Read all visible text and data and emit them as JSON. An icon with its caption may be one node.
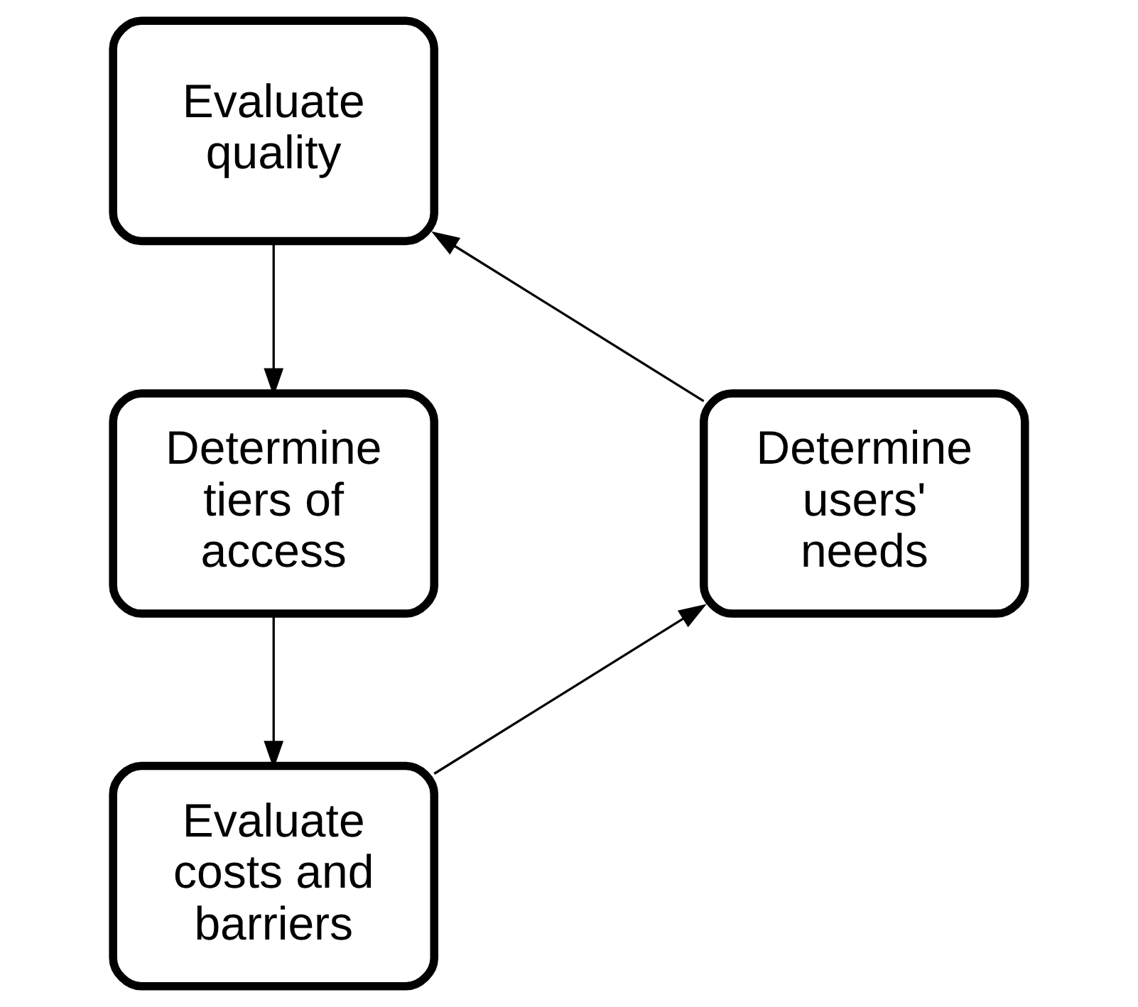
{
  "diagram": {
    "nodes": [
      {
        "text": [
          "Evaluate quality"
        ]
      },
      {
        "text": [
          "Determine tiers of access"
        ]
      },
      {
        "text": [
          "Evaluate costs and barriers"
        ]
      },
      {
        "text": [
          "Determine users' needs"
        ]
      }
    ],
    "edges": [
      {
        "from": 0,
        "to": 1,
        "arrow": "to"
      },
      {
        "from": 1,
        "to": 2,
        "arrow": "to"
      },
      {
        "from": 2,
        "to": 3,
        "arrow": "to"
      },
      {
        "from": 3,
        "to": 0,
        "arrow": "to"
      }
    ]
  }
}
